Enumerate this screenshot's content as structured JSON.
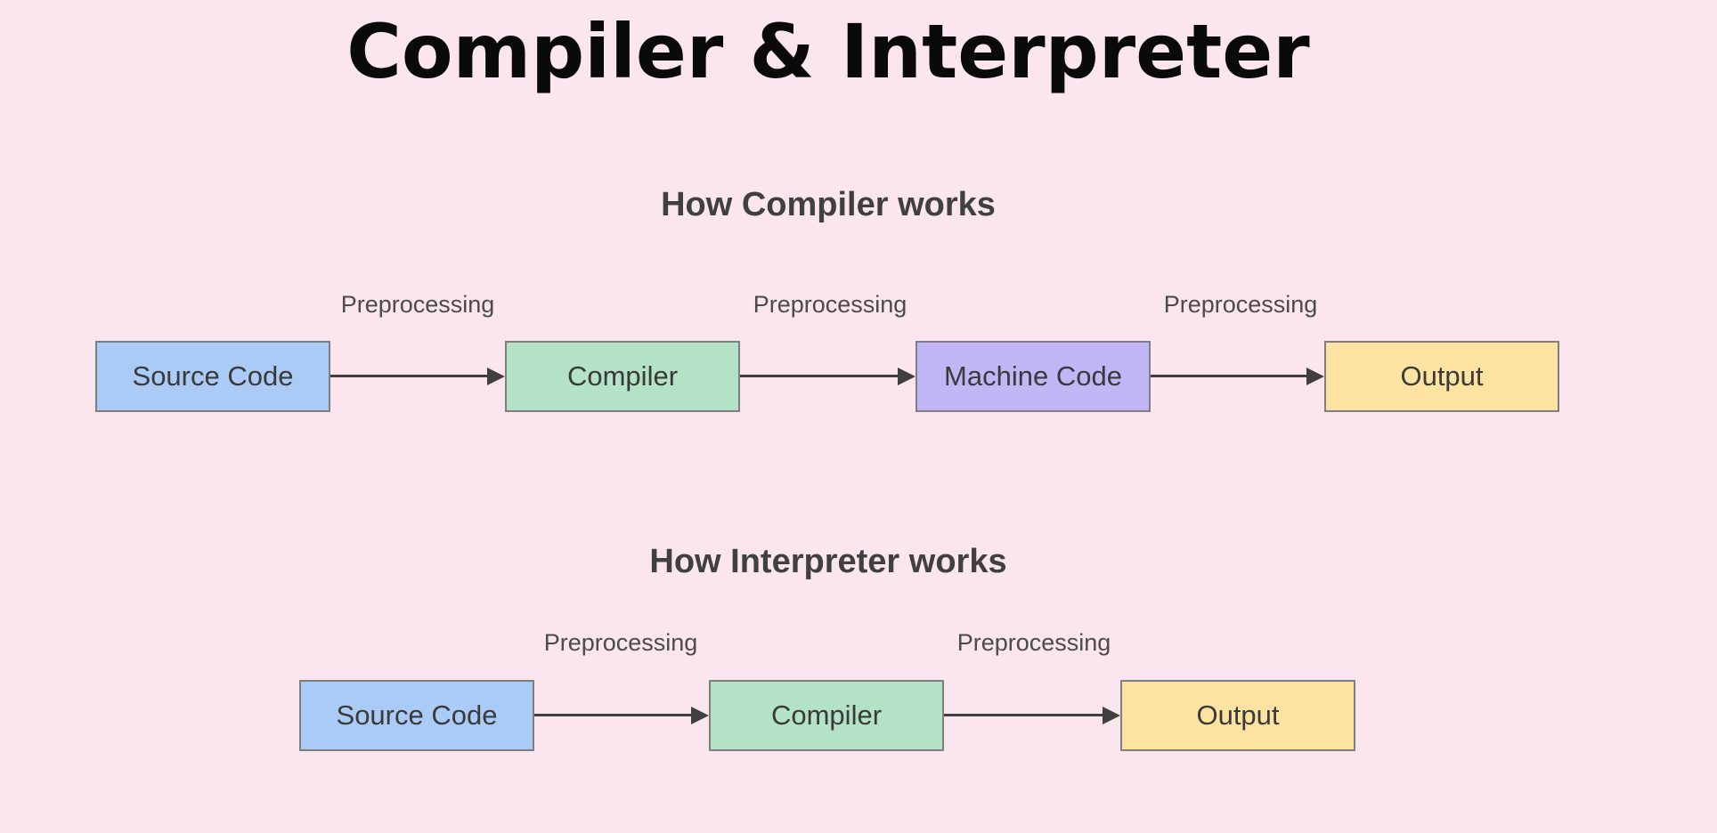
{
  "title": "Compiler & Interpreter",
  "compiler_section": {
    "heading": "How Compiler works",
    "nodes": [
      "Source Code",
      "Compiler",
      "Machine Code",
      "Output"
    ],
    "edge_labels": [
      "Preprocessing",
      "Preprocessing",
      "Preprocessing"
    ]
  },
  "interpreter_section": {
    "heading": "How Interpreter works",
    "nodes": [
      "Source Code",
      "Compiler",
      "Output"
    ],
    "edge_labels": [
      "Preprocessing",
      "Preprocessing"
    ]
  },
  "colors": {
    "background": "#fbe6ef",
    "source_code": "#a9cbf5",
    "compiler": "#b3e2c6",
    "machine_code": "#c3b6f6",
    "output": "#fde3a1",
    "arrow": "#3f3f3f",
    "border": "#7f7f7f"
  }
}
